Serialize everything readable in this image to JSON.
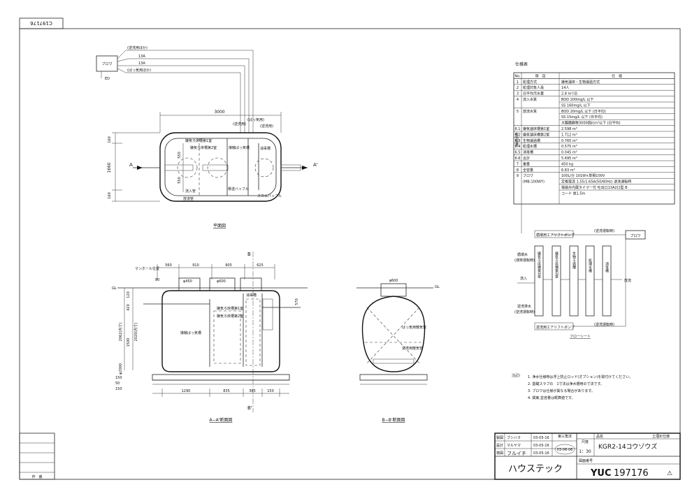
{
  "drawing_id_box": "C197176",
  "plan_view": {
    "blower_label": "ブロワ",
    "pipe_top_label": "(逆洗用ほか)",
    "pipe_13a_1": "13A",
    "pipe_13a_2": "13A",
    "pipe_bottom_label": "(ばっ気用ほか)",
    "ed_label": "ED",
    "width_dim": "3000",
    "height_dim": "1660",
    "dim_160_top": "160",
    "dim_160_bottom": "160",
    "dim_550_a": "550",
    "dim_550_b": "550",
    "section_a_left": "A",
    "section_a_right": "A'",
    "top_tag_1": "(逆洗用)",
    "top_tag_2": "(ばっ気用)",
    "top_tag_3": "(逆洗用)",
    "inner_label_1": "嫌気ろ床槽第1室",
    "inner_label_2": "嫌気ろ床槽第2室",
    "inner_label_3": "接触ばっ気槽",
    "inner_label_4": "消毒槽",
    "inner_label_5": "移送バッフル",
    "inner_label_6": "流入管",
    "inner_label_7": "放流管",
    "inner_label_8": "スカムバッフル",
    "title": "平面図"
  },
  "section_aa": {
    "manhole_label": "マンホール位置",
    "dim_top": [
      "560",
      "910",
      "905",
      "625"
    ],
    "dim_bottom": [
      "1290",
      "835",
      "365",
      "150"
    ],
    "dim_80": "80",
    "dim_left": [
      "120",
      "420",
      "1500",
      "2062(内寸)",
      "2020(内寸)"
    ],
    "dim_pipe": "φ450",
    "dim_phi600": "φ600",
    "dim_570": "570",
    "gl_label": "GL",
    "section_b": "B",
    "section_b_prime": "B'",
    "label_1": "嫌気ろ床槽第1室",
    "label_2": "嫌気ろ床槽第2室",
    "label_3": "接触ばっ気槽",
    "label_4": "消毒槽",
    "dim_base": [
      "150",
      "50",
      "150"
    ],
    "dim_base_width": "φ2000",
    "title": "A−A'断面図"
  },
  "section_bb": {
    "dim_phi600": "φ600",
    "gl_label": "GL",
    "label_1": "ばっ気用散気管",
    "label_2": "逆洗用散気管",
    "title": "B−B'断面図"
  },
  "spec_table": {
    "title": "仕様表",
    "headers": [
      "No.",
      "項　目",
      "仕　様"
    ],
    "rows": [
      [
        "1",
        "処理方式",
        "嫌気濾床・生物濾過方式"
      ],
      [
        "2",
        "処理対象人員",
        "14人"
      ],
      [
        "3",
        "日平均汚水量",
        "2.8 m³/日"
      ],
      [
        "4",
        "流入水質",
        "BOD 200mg/L 以下"
      ],
      [
        "",
        "",
        "SS 160mg/L 以下"
      ],
      [
        "5",
        "放流水質",
        "BOD 20mg/L 以下 (日平均)"
      ],
      [
        "",
        "",
        "SS 15mg/L 以下 (日平均)"
      ],
      [
        "",
        "",
        "大腸菌群数3000個/cm³以下 (日平均)"
      ],
      [
        "6.1",
        "嫌気濾床槽第1室",
        "2.598 m³"
      ],
      [
        "6.2",
        "嫌気濾床槽第2室",
        "1.712 m³"
      ],
      [
        "6.3",
        "生物濾過槽",
        "0.765 m³"
      ],
      [
        "6.4",
        "処理水槽",
        "0.575 m³"
      ],
      [
        "6.5",
        "消毒槽",
        "0.045 m³"
      ],
      [
        "6.6",
        "合計",
        "5.695 m³"
      ],
      [
        "7",
        "重量",
        "450 kg"
      ],
      [
        "8",
        "全容量",
        "6.83 m³"
      ],
      [
        "9",
        "ブロワ",
        "100L/分 101W×単相100V"
      ],
      [
        "",
        "(MB-100WY)",
        "定格電流 1.55/1.65A(50/60Hz) 逆洗運転時"
      ],
      [
        "",
        "",
        "電磁弁内蔵タイマー付 吐出口13A2口型 B"
      ],
      [
        "",
        "",
        "コード 長1.5m"
      ]
    ],
    "group_label": "有効容量"
  },
  "flow_sheet": {
    "title": "フローシート",
    "top_note": "(逆洗運転時)",
    "blower": "ブロワ",
    "inflow": "流入",
    "outflow": "放流",
    "label_recycle": "循環水",
    "label_recycle_sub": "(通常運転時)",
    "label_backwash": "逆洗排水",
    "label_backwash_sub": "(逆洗運転時)",
    "pump_top": "循環用エアリフトポンプ",
    "pump_bottom": "逆洗用エアリフトポンプ",
    "bottom_note": "(逆洗運転時)",
    "tanks": [
      "嫌気ろ床槽第1室",
      "嫌気ろ床槽第2室",
      "生物ろ過槽",
      "処理水槽",
      "消毒槽"
    ]
  },
  "notes": {
    "heading": "注記)",
    "items": [
      "1. 浄水仕様時は浮上防止ロッド(オプション)を取付けてください。",
      "2. 基礎スラブの　1寸法は浄水槽用の寸法です。",
      "3. ブロワは仕様が異なる場合があります。",
      "4. 関東,並容量は概算値です。"
    ]
  },
  "title_block": {
    "row_labels": [
      "製図",
      "設計",
      "検図"
    ],
    "names": [
      "ブシハラ",
      "マルヤマ",
      "フルイチ"
    ],
    "dates": [
      "03-05-16",
      "03-05-16",
      "03-05-16"
    ],
    "scale_label": "尺度",
    "scale": "1：30",
    "angle_label": "第三角法",
    "stamp_date": "03-06-06",
    "name_label": "品名",
    "product": "KGR2-14コウゾウズ",
    "install": "土埋め仕様",
    "company": "ハウステック",
    "drawing_no_label": "図面番号",
    "drawing_prefix": "YUC",
    "drawing_no": "197176",
    "rev_mark": "⚠"
  },
  "left_rev_block": {
    "label": "作　番"
  }
}
